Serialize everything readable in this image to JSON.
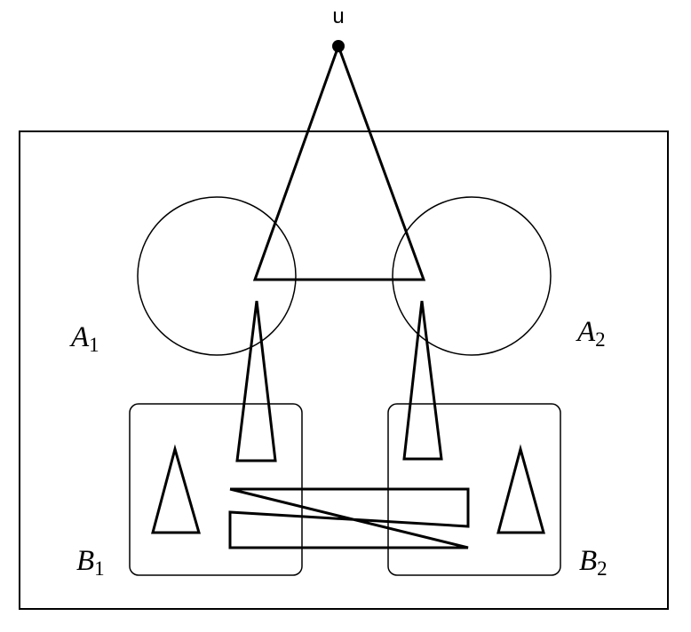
{
  "labels": {
    "root": "u",
    "a1": {
      "main": "A",
      "sub": "1"
    },
    "a2": {
      "main": "A",
      "sub": "2"
    },
    "b1": {
      "main": "B",
      "sub": "1"
    },
    "b2": {
      "main": "B",
      "sub": "2"
    }
  },
  "colors": {
    "stroke": "#000000",
    "background": "#ffffff"
  }
}
